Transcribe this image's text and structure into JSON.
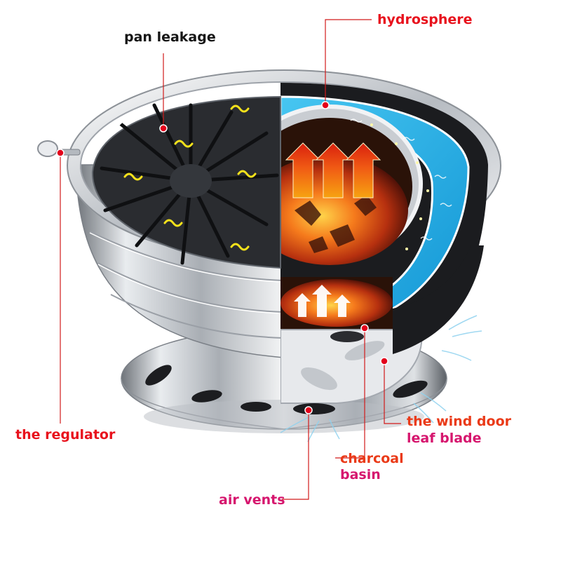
{
  "colors": {
    "callout_line": "#d11a1a",
    "callout_dot": "#e3001b",
    "label_dark": "#151515",
    "label_red": "#e8121d",
    "label_orange": "#ea3a18",
    "label_magenta": "#d6166e",
    "water": "#2bb7ea",
    "steel": "#c8ccd1",
    "grill": "#2a2c30",
    "fire": "#f2591c"
  },
  "labels": {
    "pan_leakage": "pan leakage",
    "hydrosphere": "hydrosphere",
    "regulator": "the regulator",
    "wind_door_line1": "the wind door",
    "wind_door_line2": "leaf blade",
    "charcoal_line1": "charcoal",
    "charcoal_line2": "basin",
    "air_vents": "air vents"
  },
  "icons": [
    "heat-arrow-icon",
    "heat-wave-icon",
    "airflow-arrow-icon",
    "callout-dot-icon"
  ]
}
